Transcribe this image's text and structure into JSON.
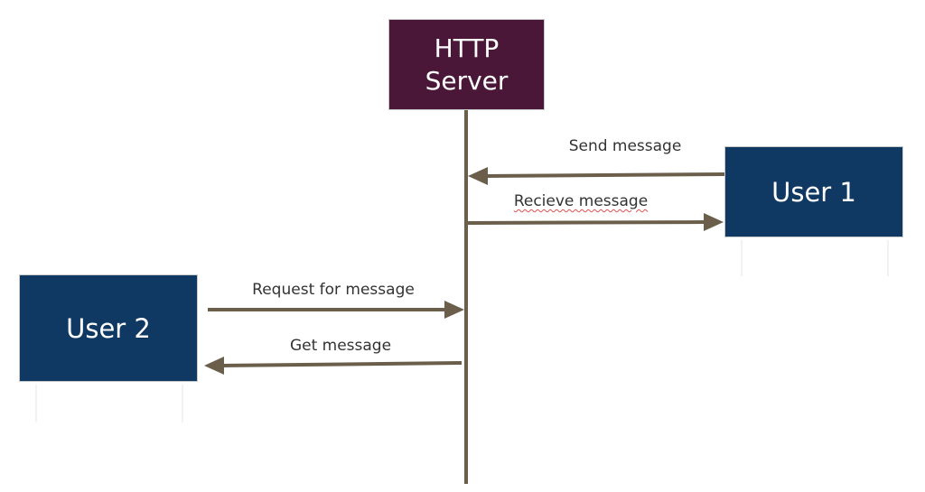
{
  "colors": {
    "server_fill": "#4a1738",
    "user_fill": "#0f3863",
    "connector": "#6b5f4b",
    "faint_guide": "#e6e6e6"
  },
  "nodes": {
    "server": {
      "label": "HTTP\nServer"
    },
    "user1": {
      "label": "User 1"
    },
    "user2": {
      "label": "User 2"
    }
  },
  "messages": {
    "send": {
      "label": "Send message"
    },
    "receive": {
      "label": "Recieve message"
    },
    "request": {
      "label": "Request for message"
    },
    "get": {
      "label": "Get message"
    }
  }
}
